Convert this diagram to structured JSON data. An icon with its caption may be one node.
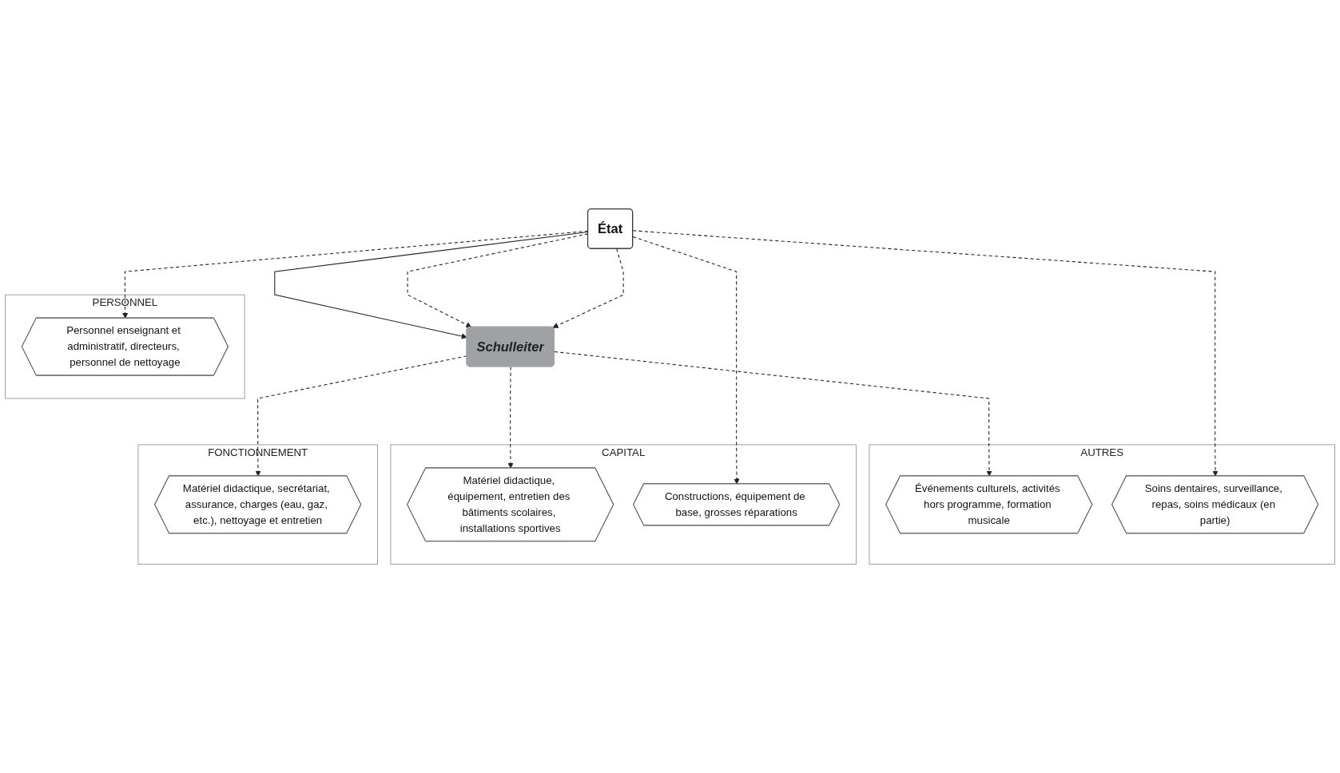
{
  "diagram": {
    "nodes": [
      {
        "text": [
          "État"
        ]
      },
      {
        "text": [
          "Schulleiter"
        ]
      },
      {
        "text": [
          "PERSONNEL"
        ]
      },
      {
        "text": [
          "Personnel enseignant et administratif, directeurs, personnel de nettoyage"
        ],
        "in": 2
      },
      {
        "text": [
          "FONCTIONNEMENT"
        ]
      },
      {
        "text": [
          "Matériel didactique, secrétariat, assurance, charges (eau, gaz, etc.), nettoyage et entretien"
        ],
        "in": 4
      },
      {
        "text": [
          "CAPITAL"
        ]
      },
      {
        "text": [
          "Matériel didactique, équipement, entretien des bâtiments scolaires, installations sportives"
        ],
        "in": 6
      },
      {
        "text": [
          "Constructions, équipement de base, grosses réparations"
        ],
        "in": 6
      },
      {
        "text": [
          "AUTRES"
        ]
      },
      {
        "text": [
          "Événements culturels, activités hors programme, formation musicale"
        ],
        "in": 9
      },
      {
        "text": [
          "Soins dentaires, surveillance, repas, soins médicaux (en partie)"
        ],
        "in": 9
      }
    ],
    "edges": [
      {
        "from": 0,
        "to": 3,
        "arrow": "to",
        "style": "dashed"
      },
      {
        "from": 0,
        "to": 1,
        "arrow": "to",
        "style": "dashed"
      },
      {
        "from": 1,
        "to": 5,
        "arrow": "to",
        "style": "dashed"
      },
      {
        "from": 0,
        "to": 1,
        "arrow": "to",
        "style": "dashed"
      },
      {
        "from": 1,
        "to": 7,
        "arrow": "to",
        "style": "dashed"
      },
      {
        "from": 0,
        "to": 8,
        "arrow": "to",
        "style": "dashed"
      },
      {
        "from": 0,
        "to": 1,
        "arrow": "to"
      },
      {
        "from": 1,
        "to": 10,
        "arrow": "to",
        "style": "dashed"
      },
      {
        "from": 0,
        "to": 11,
        "arrow": "to",
        "style": "dashed"
      }
    ]
  }
}
